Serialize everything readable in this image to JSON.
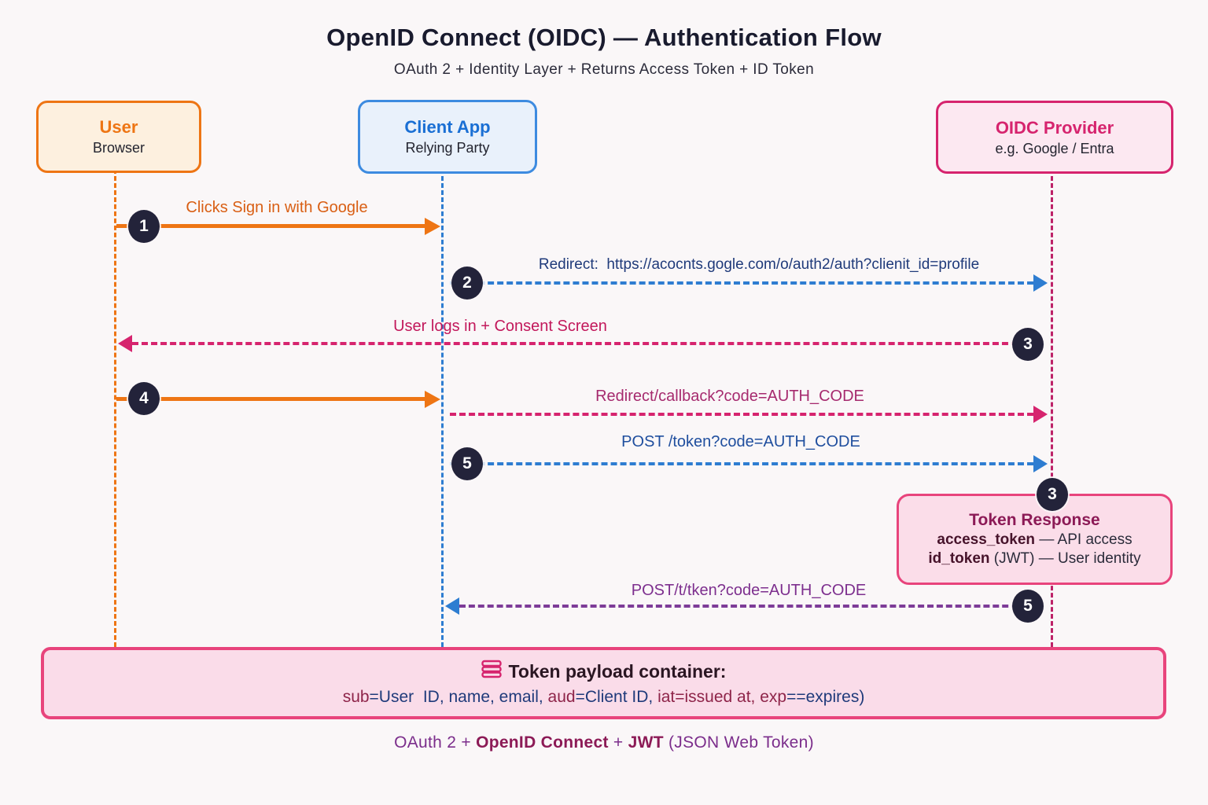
{
  "title": "OpenID Connect (OIDC) — Authentication Flow",
  "subtitle": "OAuth 2 + Identity Layer + Returns Access Token + ID Token",
  "actors": {
    "user": {
      "title": "User",
      "subtitle": "Browser"
    },
    "client": {
      "title": "Client App",
      "subtitle": "Relying Party"
    },
    "provider": {
      "title": "OIDC Provider",
      "subtitle": "e.g. Google / Entra"
    }
  },
  "messages": {
    "m1": {
      "num": "1",
      "label": "Clicks Sign in with Google"
    },
    "m2": {
      "num": "2",
      "label": "Redirect:  https://acocnts.gogle.com/o/auth2/auth?clienit_id=profile"
    },
    "m3": {
      "num": "3",
      "label": "User logs in + Consent Screen"
    },
    "m4": {
      "num": "4"
    },
    "m4b": {
      "label": "Redirect/callback?code=AUTH_CODE"
    },
    "m5": {
      "num": "5",
      "label": "POST /token?code=AUTH_CODE"
    },
    "m6": {
      "num": "5",
      "label": "POST/t/tken?code=AUTH_CODE"
    }
  },
  "token_response": {
    "badge": "3",
    "title": "Token Response",
    "lines": [
      {
        "key": "access_token",
        "rest": " — API access"
      },
      {
        "key": "id_token",
        "rest": " (JWT) — User identity"
      }
    ]
  },
  "payload": {
    "icon": "stack-icon",
    "header": "Token payload container:",
    "segments": [
      {
        "text": "sub"
      },
      {
        "text": "=User  ID, name, email, "
      },
      {
        "text": "aud"
      },
      {
        "text": "=Client ID, "
      },
      {
        "text": "iat=issued at, "
      },
      {
        "text": "exp"
      },
      {
        "text": "==expires)"
      }
    ]
  },
  "footer": {
    "segments": [
      {
        "text": "OAuth 2 + "
      },
      {
        "text": "OpenID Connect"
      },
      {
        "text": " + "
      },
      {
        "text": "JWT"
      },
      {
        "text": " (JSON Web Token)"
      }
    ]
  },
  "colors": {
    "bg": "#faf7f8",
    "ink": "#191b2e",
    "body-dark": "#2b2b3a",
    "orange": "#ee7514",
    "orange-bg": "#fdf0df",
    "orange-text": "#d95f14",
    "blue": "#3d8be0",
    "blue-bg": "#e9f1fb",
    "blue-text": "#1a6fd4",
    "navy": "#1f3a7a",
    "crimson": "#d6246e",
    "pink-bg": "#fce8f1",
    "pink-panel": "#fadce9",
    "pink-border": "#e8447c",
    "maroon": "#8e2449",
    "purple": "#7d3c98",
    "purple-text": "#7b2d8b",
    "magenta-text": "#a62a6e",
    "circle": "#23233a",
    "tr-title": "#8c1a56",
    "tr-key": "#47132b"
  }
}
